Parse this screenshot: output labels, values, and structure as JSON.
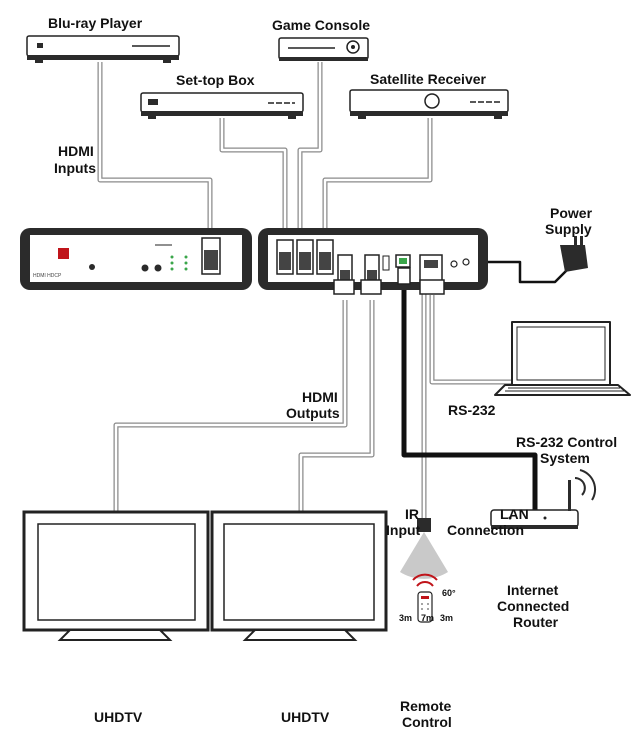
{
  "labels": {
    "bluray": "Blu-ray Player",
    "game_console": "Game Console",
    "settop": "Set-top Box",
    "satellite": "Satellite Receiver",
    "hdmi_inputs_1": "HDMI",
    "hdmi_inputs_2": "Inputs",
    "power_1": "Power",
    "power_2": "Supply",
    "hdmi_outputs_1": "HDMI",
    "hdmi_outputs_2": "Outputs",
    "rs232": "RS-232",
    "rs232_control_1": "RS-232 Control",
    "rs232_control_2": "System",
    "ir_1": "IR",
    "ir_2": "Input",
    "lan_1": "LAN",
    "lan_2": "Connection",
    "angle": "60°",
    "dist_left": "3m",
    "dist_center": "7m",
    "dist_right": "3m",
    "internet_1": "Internet",
    "internet_2": "Connected",
    "internet_3": "Router",
    "tv_1": "UHDTV",
    "tv_2": "UHDTV",
    "remote_1": "Remote",
    "remote_2": "Control"
  },
  "colors": {
    "device_fill": "#ffffff",
    "device_stroke": "#222222",
    "panel_dark": "#2b2b2b",
    "cable_hdmi": "#9a9a9a",
    "cable_lan": "#111111",
    "accent_red": "#c0141a",
    "led_green": "#3aa64a",
    "ir_cone": "#c9c9c9"
  }
}
